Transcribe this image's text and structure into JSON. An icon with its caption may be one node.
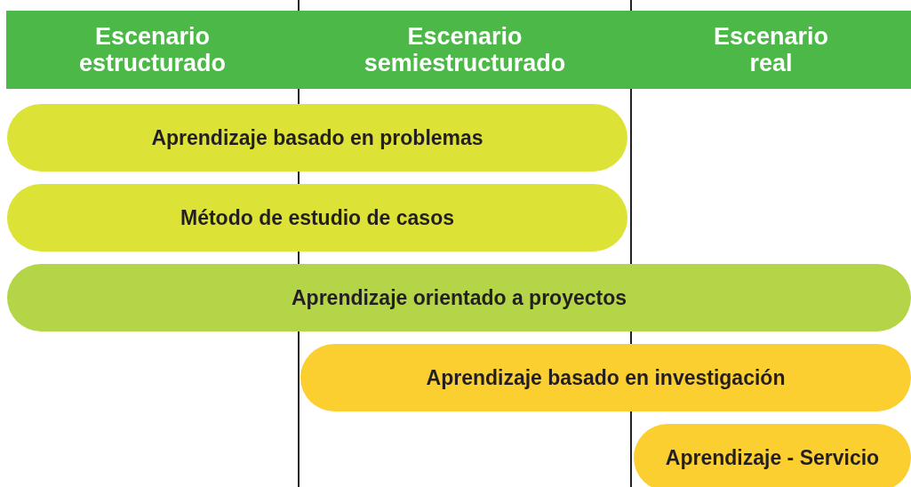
{
  "diagram": {
    "nodes": [
      {
        "text": [
          "Escenario estructurado"
        ]
      },
      {
        "text": [
          "Escenario semiestructurado"
        ]
      },
      {
        "text": [
          "Escenario real"
        ]
      },
      {
        "text": [
          "Aprendizaje basado en problemas"
        ]
      },
      {
        "text": [
          "Método de estudio de casos"
        ]
      },
      {
        "text": [
          "Aprendizaje orientado a proyectos"
        ]
      },
      {
        "text": [
          "Aprendizaje basado en investigación"
        ]
      },
      {
        "text": [
          "Aprendizaje  - Servicio"
        ]
      }
    ]
  }
}
